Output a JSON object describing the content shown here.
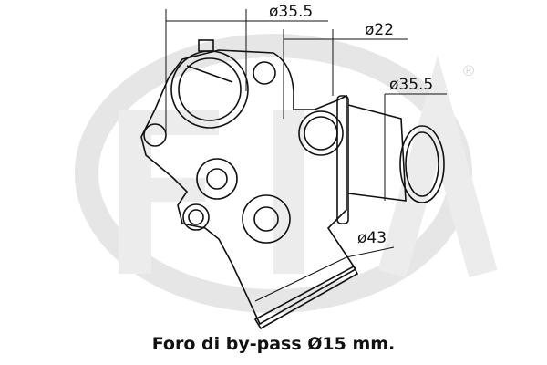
{
  "watermark": {
    "brand": "ERA",
    "registered_mark": "®",
    "color": "#e3e3e3"
  },
  "dimensions": {
    "top_inlet": "ø35.5",
    "bypass_port": "ø22",
    "side_outlet": "ø35.5",
    "bottom_outlet": "ø43"
  },
  "caption": "Foro di by-pass Ø15 mm."
}
